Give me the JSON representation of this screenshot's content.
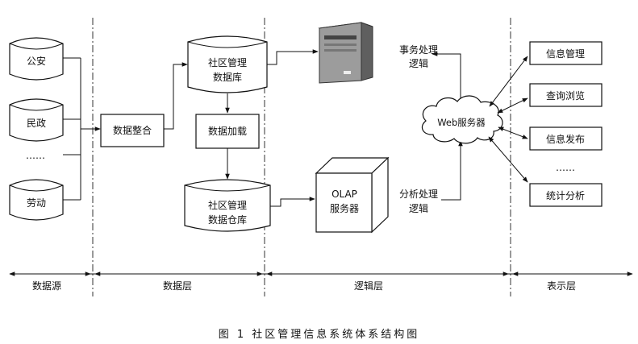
{
  "sources": {
    "police": "公安",
    "civil": "民政",
    "ellipsis": "……",
    "labor": "劳动"
  },
  "data_layer": {
    "integrate": "数据整合",
    "mgmt_db_line1": "社区管理",
    "mgmt_db_line2": "数据库",
    "load": "数据加载",
    "warehouse_line1": "社区管理",
    "warehouse_line2": "数据仓库"
  },
  "logic_layer": {
    "txn_line1": "事务处理",
    "txn_line2": "逻辑",
    "web_server": "Web服务器",
    "olap_line1": "OLAP",
    "olap_line2": "服务器",
    "analysis_line1": "分析处理",
    "analysis_line2": "逻辑"
  },
  "presentation": {
    "info_mgmt": "信息管理",
    "query": "查询浏览",
    "publish": "信息发布",
    "ellipsis": "……",
    "stats": "统计分析"
  },
  "layers": {
    "source": "数据源",
    "data": "数据层",
    "logic": "逻辑层",
    "presentation": "表示层"
  },
  "caption": "图 1  社区管理信息系统体系结构图"
}
